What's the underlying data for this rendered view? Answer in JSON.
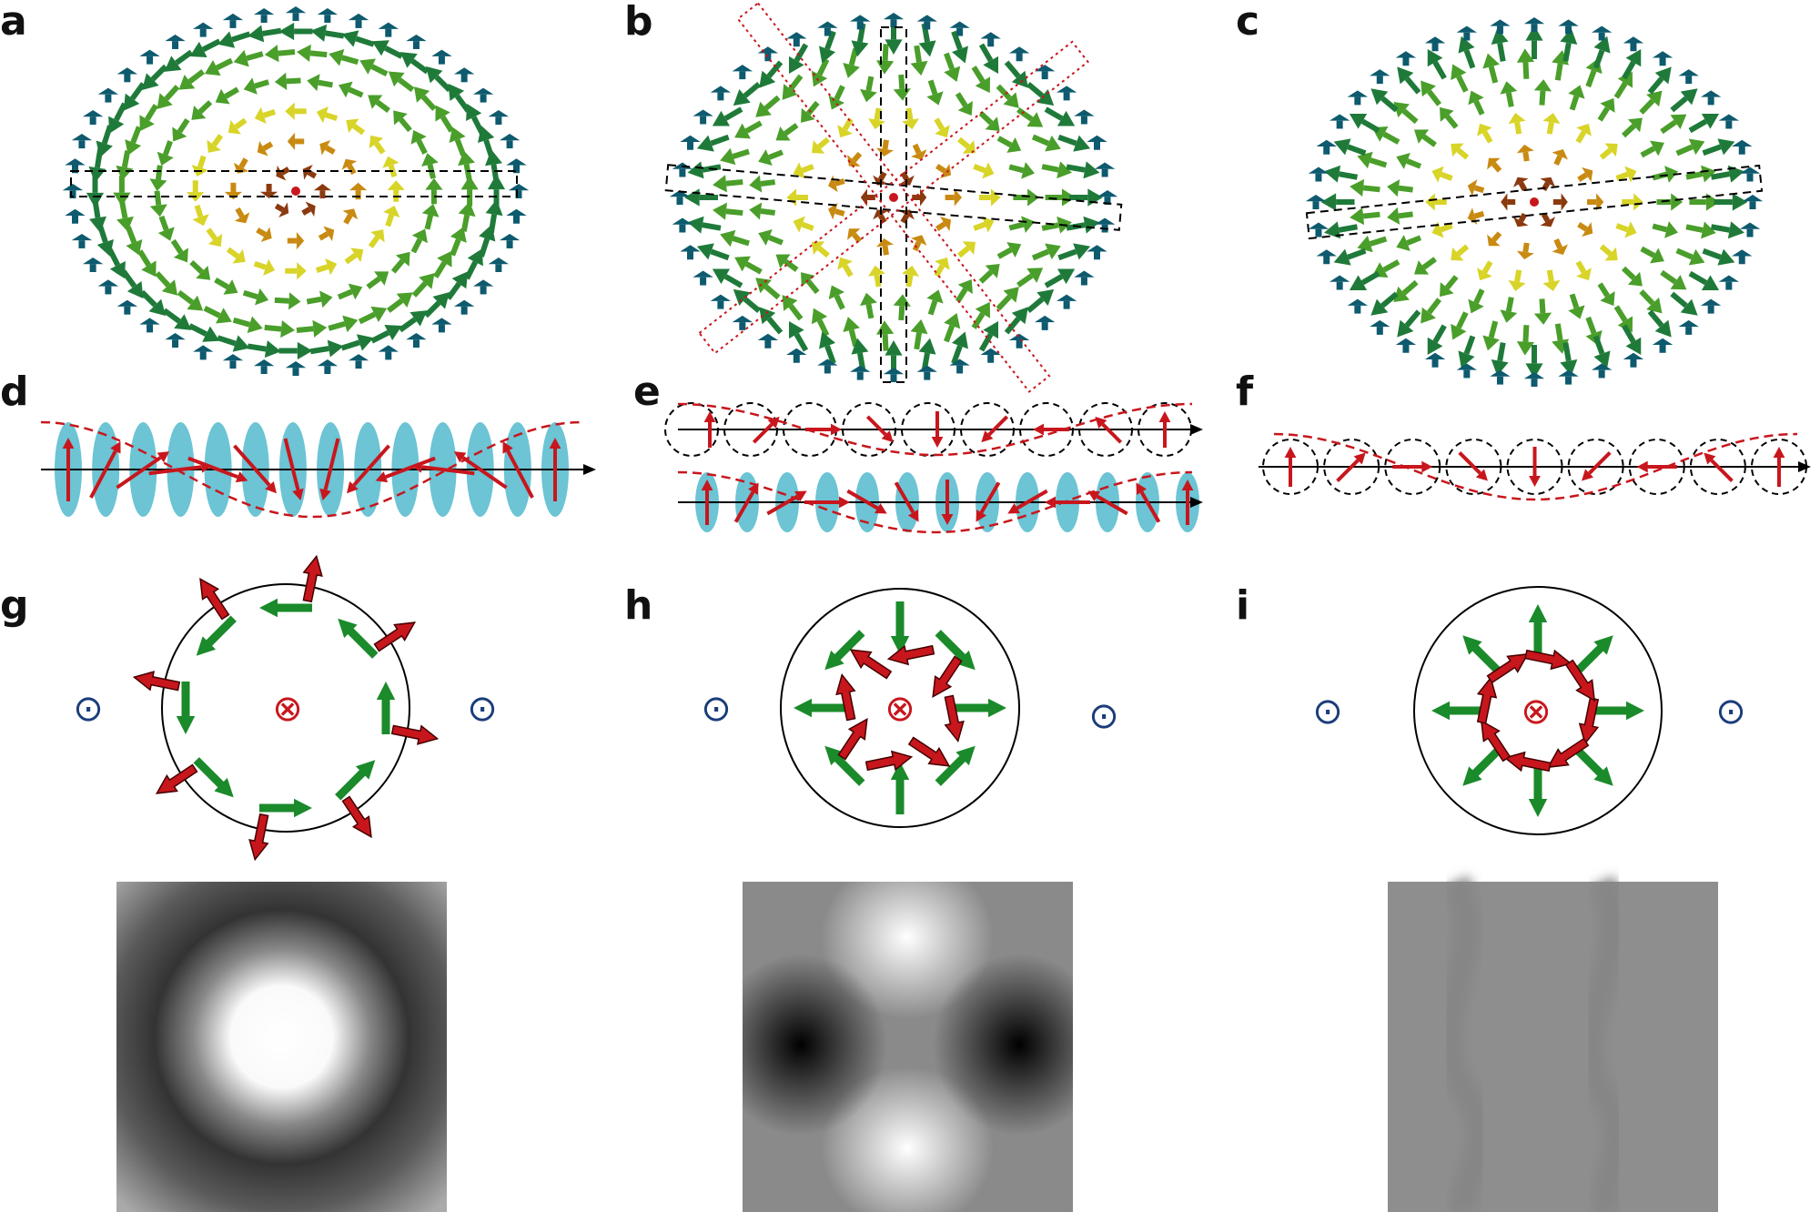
{
  "panels": {
    "a": "a",
    "b": "b",
    "c": "c",
    "d": "d",
    "e": "e",
    "f": "f",
    "g": "g",
    "h": "h",
    "i": "i"
  },
  "symbols": {
    "out_of_plane": "⊙",
    "into_plane": "⊗"
  },
  "colors": {
    "core": "#8b3a0f",
    "inner": "#c98a12",
    "mid": "#d8d428",
    "outer_green": "#4a9e2a",
    "dark_green": "#1f7a3a",
    "edge_teal": "#0e5a6e",
    "red_arrow": "#c8161d",
    "green_arrow": "#1a8a2a",
    "ellipse_cyan": "#6cc4d4"
  }
}
